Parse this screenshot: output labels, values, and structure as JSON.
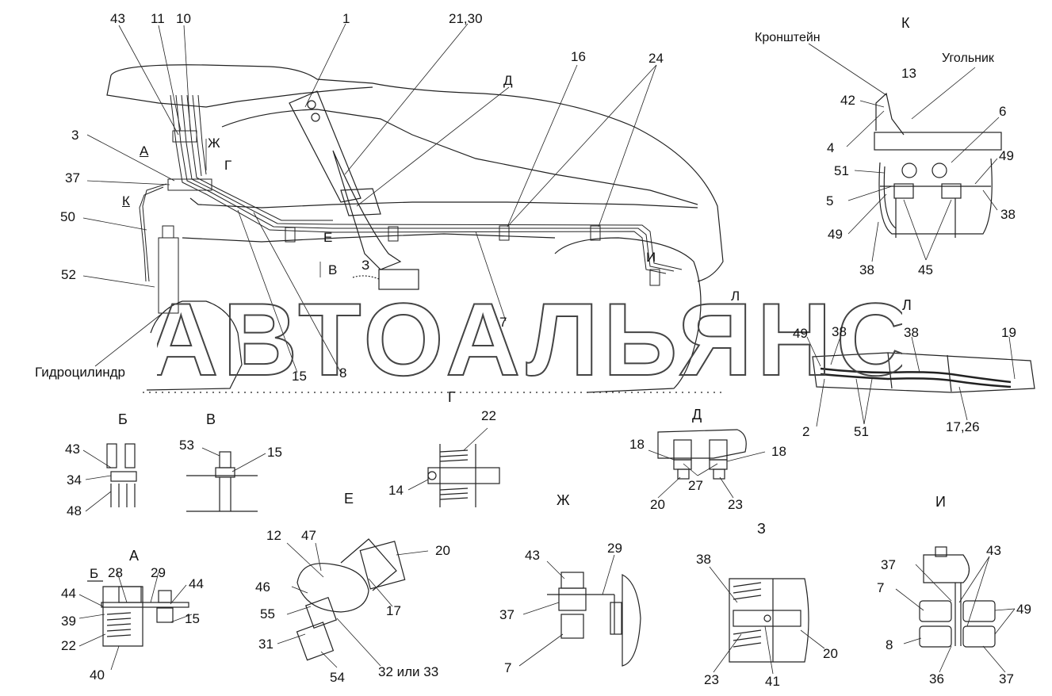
{
  "watermark": "АВТОАЛЬЯНС",
  "main_view": {
    "labels": [
      "43",
      "11",
      "10",
      "1",
      "21,30",
      "Д",
      "16",
      "24",
      "3",
      "А",
      "Ж",
      "Г",
      "37",
      "К",
      "50",
      "Е",
      "52",
      "В",
      "З",
      "И",
      "7",
      "Гидроцилиндр",
      "15",
      "8",
      "Л"
    ]
  },
  "view_k": {
    "title": "К",
    "labels": [
      "Кронштейн",
      "Угольник",
      "13",
      "42",
      "6",
      "4",
      "49",
      "51",
      "5",
      "38",
      "49",
      "38",
      "45"
    ]
  },
  "view_l": {
    "title": "Л",
    "labels": [
      "49",
      "38",
      "38",
      "19",
      "2",
      "51",
      "17,26"
    ]
  },
  "view_b": {
    "title": "Б",
    "labels": [
      "43",
      "34",
      "48"
    ]
  },
  "view_v": {
    "title": "В",
    "labels": [
      "53",
      "15"
    ]
  },
  "view_g": {
    "title": "Г",
    "labels": [
      "22",
      "14"
    ]
  },
  "view_d": {
    "title": "Д",
    "labels": [
      "18",
      "18",
      "20",
      "27",
      "23"
    ]
  },
  "view_a": {
    "title": "А",
    "labels": [
      "Б",
      "28",
      "29",
      "44",
      "44",
      "39",
      "22",
      "15",
      "40"
    ]
  },
  "view_e": {
    "title": "Е",
    "labels": [
      "12",
      "47",
      "20",
      "46",
      "17",
      "55",
      "31",
      "54",
      "32 или 33"
    ]
  },
  "view_zh": {
    "title": "Ж",
    "labels": [
      "43",
      "29",
      "37",
      "7"
    ]
  },
  "view_z": {
    "title": "З",
    "labels": [
      "38",
      "20",
      "23",
      "41"
    ]
  },
  "view_i": {
    "title": "И",
    "labels": [
      "37",
      "43",
      "7",
      "49",
      "8",
      "36",
      "37"
    ]
  }
}
